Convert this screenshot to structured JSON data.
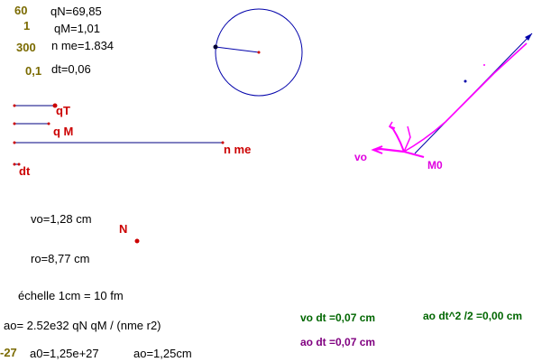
{
  "params": [
    {
      "value": "60",
      "label": "qN=69,85"
    },
    {
      "value": "1",
      "label": "qM=1,01"
    },
    {
      "value": "300",
      "label": "n me=1.834"
    },
    {
      "value": "0,1",
      "label": "dt=0,06"
    }
  ],
  "sliders": {
    "qT": "qT",
    "qM": "q M",
    "nme": "n me",
    "dt": "dt"
  },
  "points": {
    "vo": "vo",
    "m0": "M0",
    "n": "N"
  },
  "readouts": {
    "vo": "vo=1,28  cm",
    "ro": "ro=8,77  cm",
    "scale": "échelle 1cm =  10     fm",
    "formula": "ao= 2.52e32 qN qM / (nme r2)",
    "exp": "-27",
    "a0": "a0=1,25e+27",
    "ao_cm": "ao=1,25cm",
    "vo_dt": "vo dt =0,07  cm",
    "ao_dt2": "ao dt^2 /2 =0,00  cm",
    "ao_dt": "ao dt =0,07 cm"
  },
  "colors": {
    "accent_magenta": "#ff00ff",
    "circle_blue": "#0000aa",
    "slider_navy": "#000080",
    "point_red": "#cc0000"
  }
}
